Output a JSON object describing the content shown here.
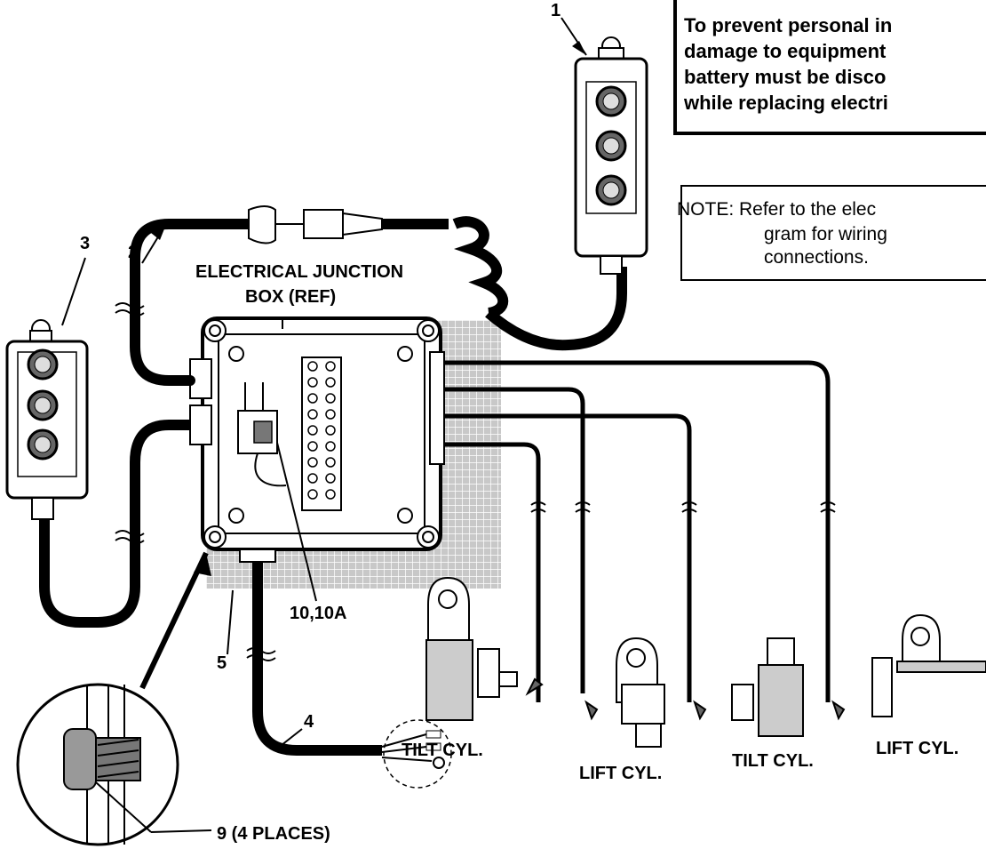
{
  "warning": {
    "lines": [
      "To prevent personal in",
      "damage to equipment",
      "battery must be disco",
      "while replacing electri"
    ]
  },
  "note": {
    "lines": [
      "NOTE: Refer to the elec",
      "gram for wiring",
      "connections."
    ]
  },
  "callouts": {
    "c1": "1",
    "c2": "2",
    "c3": "3",
    "c4": "4",
    "c5": "5",
    "c10": "10,10A",
    "c9": "9 (4 PLACES)"
  },
  "labels": {
    "junction_line1": "ELECTRICAL JUNCTION",
    "junction_line2": "BOX (REF)",
    "tilt_cyl_1": "TILT CYL.",
    "lift_cyl_1": "LIFT CYL.",
    "tilt_cyl_2": "TILT CYL.",
    "lift_cyl_2": "LIFT CYL."
  }
}
